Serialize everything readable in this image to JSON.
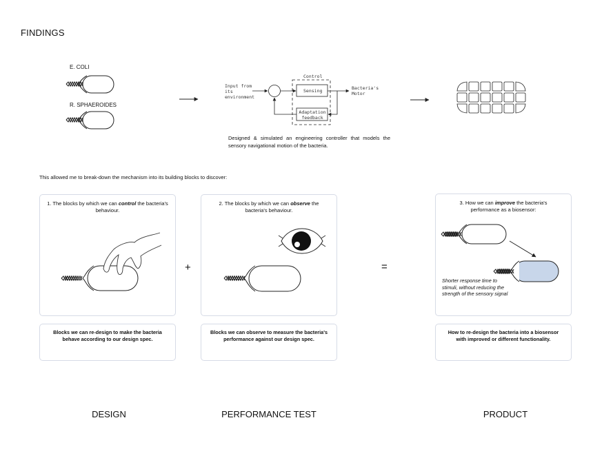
{
  "header": {
    "title": "FINDINGS"
  },
  "bacteria": {
    "ecoli_label": "E. COLI",
    "rsphaeroides_label": "R. SPHAEROIDES"
  },
  "block_diagram": {
    "input_label_line1": "Input from",
    "input_label_line2": "its",
    "input_label_line3": "environment",
    "control_label": "Control",
    "sensing_label": "Sensing",
    "adaptation_line1": "Adaptation",
    "adaptation_line2": "feedback",
    "output_line1": "Bacteria's",
    "output_line2": "Motor",
    "description": "Designed & simulated an engineering controller that models the sensory navigational motion of the bacteria."
  },
  "intro_text": "This allowed me to break-down the mechanism into its building blocks to discover:",
  "cards": [
    {
      "pre": "1. The blocks by which we can ",
      "em": "control",
      "post": " the bacteria's behaviour.",
      "caption": "Blocks we can re-design to make the bacteria behave according to our design spec."
    },
    {
      "pre": "2. The blocks by which we can ",
      "em": "observe",
      "post": " the bacteria's behaviour.",
      "caption": "Blocks we can observe to measure the bacteria's performance against our design spec."
    },
    {
      "pre": "3. How we can ",
      "em": "improve",
      "post": " the bacteria's performance as a biosensor:",
      "caption": "How to re-design the bacteria into a biosensor with improved or different functionality.",
      "note": "Shorter response time to stimuli, without reducing the strength of the sensory signal"
    }
  ],
  "operators": {
    "plus": "+",
    "equals": "="
  },
  "bottom_labels": {
    "design": "DESIGN",
    "performance": "PERFORMANCE TEST",
    "product": "PRODUCT"
  },
  "colors": {
    "card_border": "#d6dbe6",
    "improved_fill": "#c8d6ea",
    "line": "#222222"
  },
  "icons": [
    "bacterium-icon",
    "arrow-right-icon",
    "hand-icon",
    "eye-icon",
    "circuit-grid-icon"
  ]
}
